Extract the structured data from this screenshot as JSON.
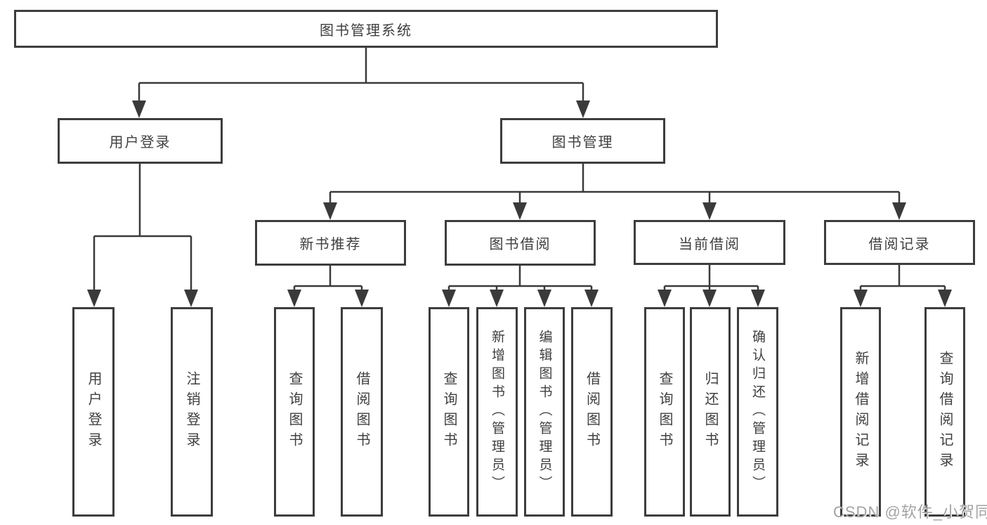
{
  "diagram": {
    "title": "图书管理系统",
    "watermark": "CSDN @软件_小贺同学",
    "colors": {
      "line": "#3a3a3a",
      "border": "#3d3d3d",
      "text": "#3f3f3f",
      "background": "#ffffff",
      "watermark": "#a3a3a3"
    }
  },
  "tree": {
    "root": {
      "label": "图书管理系统"
    },
    "children": [
      {
        "label": "用户登录",
        "children": [
          {
            "label": "用户登录"
          },
          {
            "label": "注销登录"
          }
        ]
      },
      {
        "label": "图书管理",
        "children": [
          {
            "label": "新书推荐",
            "children": [
              {
                "label": "查询图书"
              },
              {
                "label": "借阅图书"
              }
            ]
          },
          {
            "label": "图书借阅",
            "children": [
              {
                "label": "查询图书"
              },
              {
                "label": "新增图书（管理员）"
              },
              {
                "label": "编辑图书（管理员）"
              },
              {
                "label": "借阅图书"
              }
            ]
          },
          {
            "label": "当前借阅",
            "children": [
              {
                "label": "查询图书"
              },
              {
                "label": "归还图书"
              },
              {
                "label": "确认归还（管理员）"
              }
            ]
          },
          {
            "label": "借阅记录",
            "children": [
              {
                "label": "新增借阅记录"
              },
              {
                "label": "查询借阅记录"
              }
            ]
          }
        ]
      }
    ]
  }
}
